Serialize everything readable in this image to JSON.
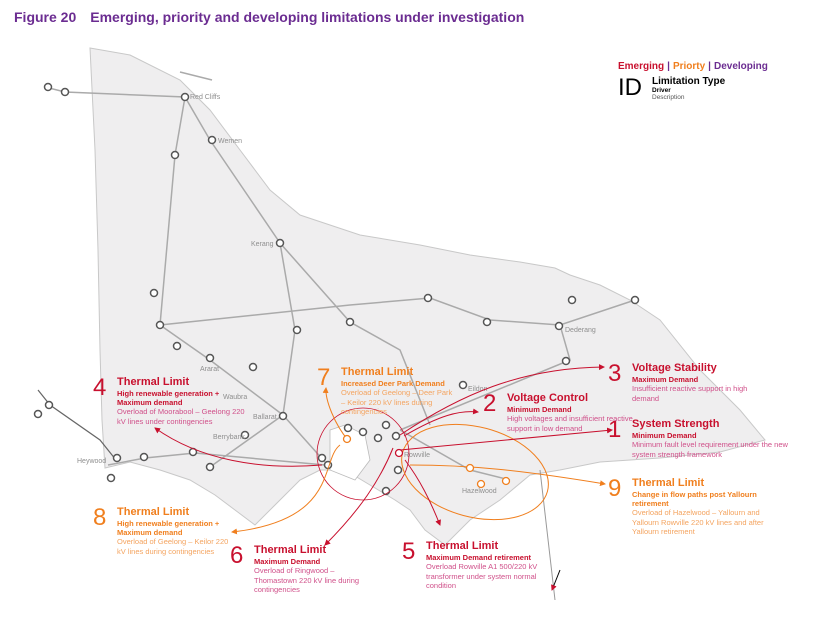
{
  "figure": {
    "number": "Figure 20",
    "title": "Emerging, priority and developing limitations under investigation"
  },
  "legend": {
    "emerging": "Emerging",
    "priority": "Priorty",
    "developing": "Developing",
    "separator": "|",
    "id": "ID",
    "type": "Limitation Type",
    "driver": "Driver",
    "description": "Description",
    "colors": {
      "emerging": "#c8102e",
      "priority": "#f07f1e",
      "developing": "#6b2c91"
    }
  },
  "towns": [
    "Red Cliffs",
    "Wemen",
    "Kerang",
    "Dederang",
    "Ararat",
    "Waubra",
    "Ballarat",
    "Berrybank",
    "Heywood",
    "Eildon",
    "Rowville",
    "Hazelwood"
  ],
  "limitations": [
    {
      "id": "1",
      "type": "System Strength",
      "driver": "Minimum Demand",
      "description": "Minimum fault level requirement under the new system strength framework",
      "category": "emerging"
    },
    {
      "id": "2",
      "type": "Voltage Control",
      "driver": "Minimum Demand",
      "description": "High voltages and insufficient reactive support in low demand",
      "category": "emerging"
    },
    {
      "id": "3",
      "type": "Voltage Stability",
      "driver": "Maximum Demand",
      "description": "Insufficient reactive support in high demand",
      "category": "emerging"
    },
    {
      "id": "4",
      "type": "Thermal Limit",
      "driver": "High renewable generation + Maximum demand",
      "description": "Overload of Moorabool – Geelong 220 kV lines under contingencies",
      "category": "emerging"
    },
    {
      "id": "5",
      "type": "Thermal Limit",
      "driver": "Maximum Demand retirement",
      "description": "Overload Rowville A1 500/220 kV transformer under system normal condition",
      "category": "emerging"
    },
    {
      "id": "6",
      "type": "Thermal Limit",
      "driver": "Maximum Demand",
      "description": "Overload of Ringwood – Thomastown 220 kV line during contingencies",
      "category": "emerging"
    },
    {
      "id": "7",
      "type": "Thermal Limit",
      "driver": "Increased Deer Park Demand",
      "description": "Overload of Geelong – Deer Park – Keilor 220 kV lines during contingencies",
      "category": "priority"
    },
    {
      "id": "8",
      "type": "Thermal Limit",
      "driver": "High renewable generation + Maximum demand",
      "description": "Overload of Geelong – Keilor 220 kV lines during contingencies",
      "category": "priority"
    },
    {
      "id": "9",
      "type": "Thermal Limit",
      "driver": "Change in flow paths post Yallourn retirement",
      "description": "Overload of Hazelwood – Yallourn and Yallourn Rowville 220 kV lines and after Yallourn retirement",
      "category": "priority"
    }
  ]
}
